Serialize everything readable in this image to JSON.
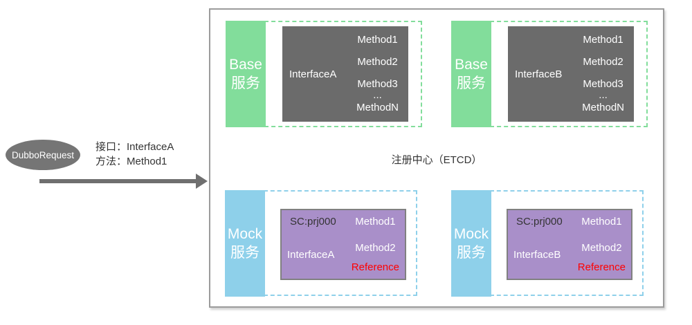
{
  "request": {
    "node_label": "DubboRequest",
    "interface_line": "接口：InterfaceA",
    "method_line": "方法：Method1"
  },
  "registry": {
    "label": "注册中心（ETCD）"
  },
  "base_services": [
    {
      "name_en": "Base",
      "name_zh": "服务",
      "interface": "InterfaceA",
      "methods": [
        "Method1",
        "Method2",
        "Method3",
        "...",
        "MethodN"
      ]
    },
    {
      "name_en": "Base",
      "name_zh": "服务",
      "interface": "InterfaceB",
      "methods": [
        "Method1",
        "Method2",
        "Method3",
        "...",
        "MethodN"
      ]
    }
  ],
  "mock_services": [
    {
      "name_en": "Mock",
      "name_zh": "服务",
      "service_code": "SC:prj000",
      "interface": "InterfaceA",
      "methods": [
        "Method1",
        "Method2"
      ],
      "reference_label": "Reference"
    },
    {
      "name_en": "Mock",
      "name_zh": "服务",
      "service_code": "SC:prj000",
      "interface": "InterfaceB",
      "methods": [
        "Method1",
        "Method2"
      ],
      "reference_label": "Reference"
    }
  ],
  "colors": {
    "base_green": "#82DD9B",
    "mock_blue": "#8ED0EA",
    "interface_gray": "#6B6B6B",
    "mock_purple": "#A98FC9",
    "reference_red": "#FF0000",
    "request_node_gray": "#757575",
    "arrow_gray": "#6F6F6F",
    "outer_border_gray": "#9B9B9B"
  }
}
